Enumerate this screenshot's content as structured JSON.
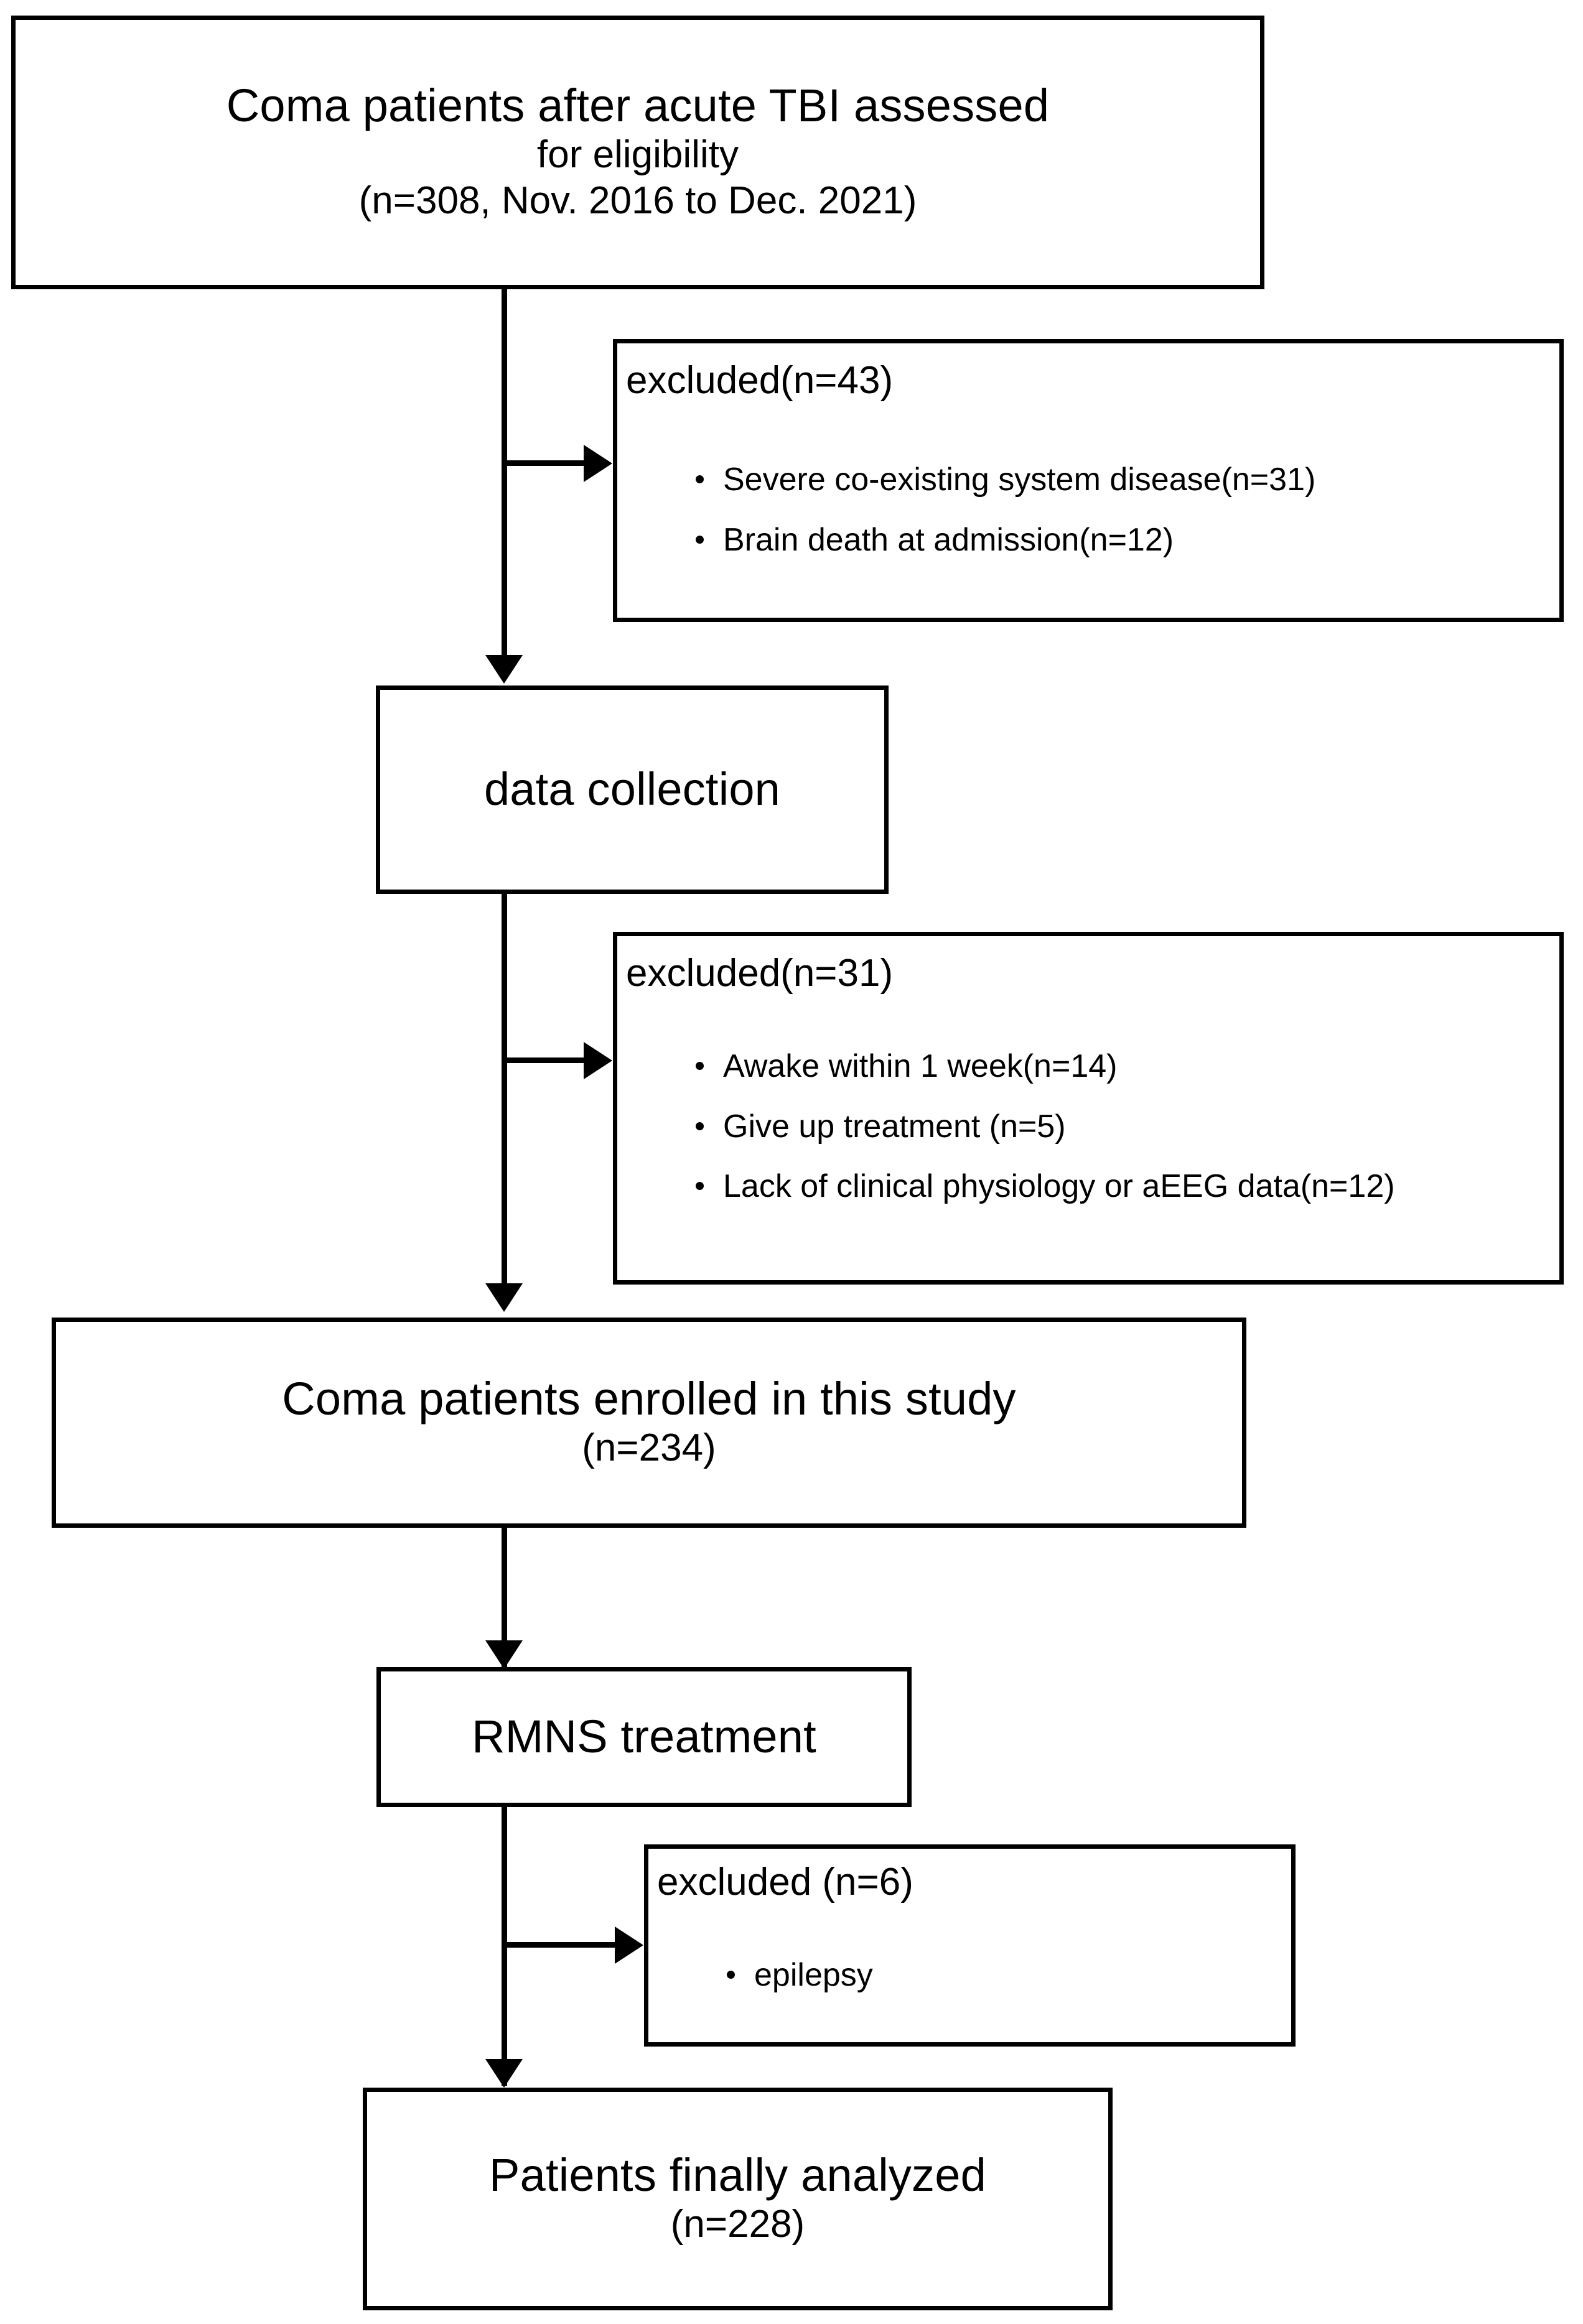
{
  "diagram": {
    "type": "study-flowchart",
    "nodes": {
      "assessed": {
        "line1": "Coma patients after acute TBI assessed",
        "line2": "for eligibility",
        "line3": "(n=308, Nov. 2016 to Dec. 2021)"
      },
      "excluded_1": {
        "heading": "excluded(n=43)",
        "items": [
          "Severe co-existing system disease(n=31)",
          "Brain death at admission(n=12)"
        ]
      },
      "data_collection": {
        "label": "data collection"
      },
      "excluded_2": {
        "heading": "excluded(n=31)",
        "items": [
          "Awake within 1 week(n=14)",
          "Give up treatment (n=5)",
          "Lack of clinical physiology or aEEG data(n=12)"
        ]
      },
      "enrolled": {
        "line1": "Coma patients enrolled in this study",
        "line2": "(n=234)"
      },
      "rmns": {
        "label": "RMNS treatment"
      },
      "excluded_3": {
        "heading": "excluded (n=6)",
        "items": [
          "epilepsy"
        ]
      },
      "analyzed": {
        "line1": "Patients finally analyzed",
        "line2": "(n=228)"
      }
    },
    "colors": {
      "stroke": "#000000",
      "background": "#ffffff",
      "text": "#000000"
    }
  }
}
